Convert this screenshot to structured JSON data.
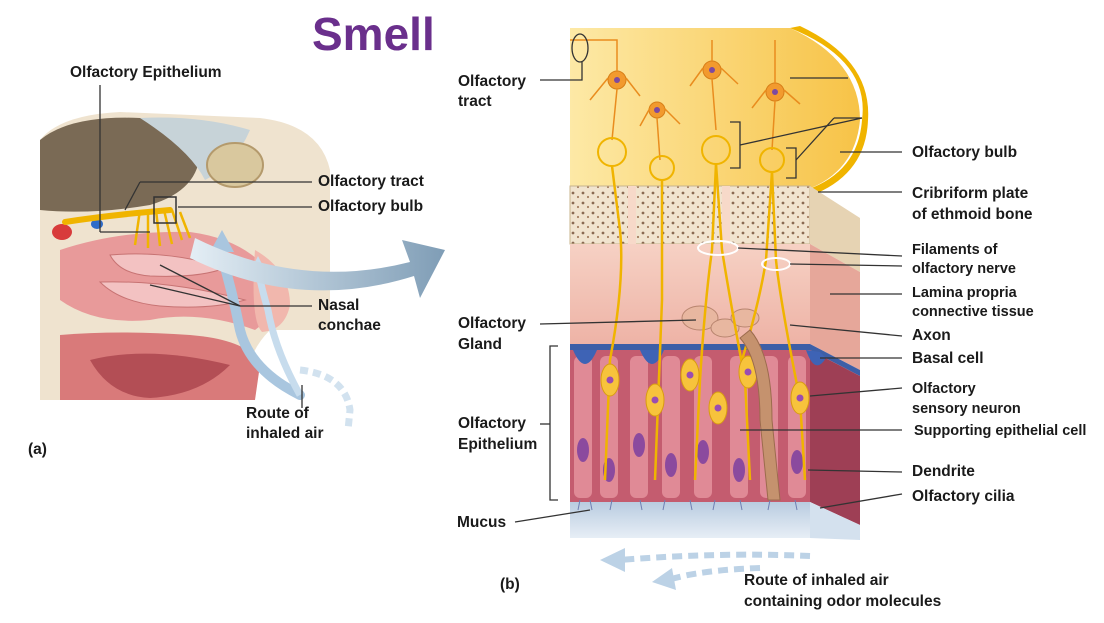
{
  "title": "Smell",
  "panel_a": {
    "panel_label": "(a)",
    "olfactory_epithelium": "Olfactory Epithelium",
    "olfactory_tract": "Olfactory tract",
    "olfactory_bulb": "Olfactory bulb",
    "nasal_conchae_1": "Nasal",
    "nasal_conchae_2": "conchae",
    "route_1": "Route of",
    "route_2": "inhaled air"
  },
  "panel_b": {
    "panel_label": "(b)",
    "olfactory_tract_1": "Olfactory",
    "olfactory_tract_2": "tract",
    "olfactory_gland_1": "Olfactory",
    "olfactory_gland_2": "Gland",
    "olfactory_epithelium_1": "Olfactory",
    "olfactory_epithelium_2": "Epithelium",
    "mucus": "Mucus",
    "olfactory_bulb": "Olfactory bulb",
    "cribriform_1": "Cribriform plate",
    "cribriform_2": "of ethmoid bone",
    "filaments_1": "Filaments of",
    "filaments_2": "olfactory nerve",
    "lamina_1": "Lamina propria",
    "lamina_2": "connective tissue",
    "axon": "Axon",
    "basal_cell": "Basal cell",
    "sensory_1": "Olfactory",
    "sensory_2": "sensory neuron",
    "supporting": "Supporting epithelial cell",
    "dendrite": "Dendrite",
    "cilia": "Olfactory cilia",
    "route_1": "Route of inhaled air",
    "route_2": "containing odor molecules"
  },
  "colors": {
    "title": "#6a2f8c",
    "nerve": "#f0b400",
    "arrow": "#9fb8cc",
    "tissue": "#e9a3a3",
    "bone": "#f1e4cf"
  }
}
